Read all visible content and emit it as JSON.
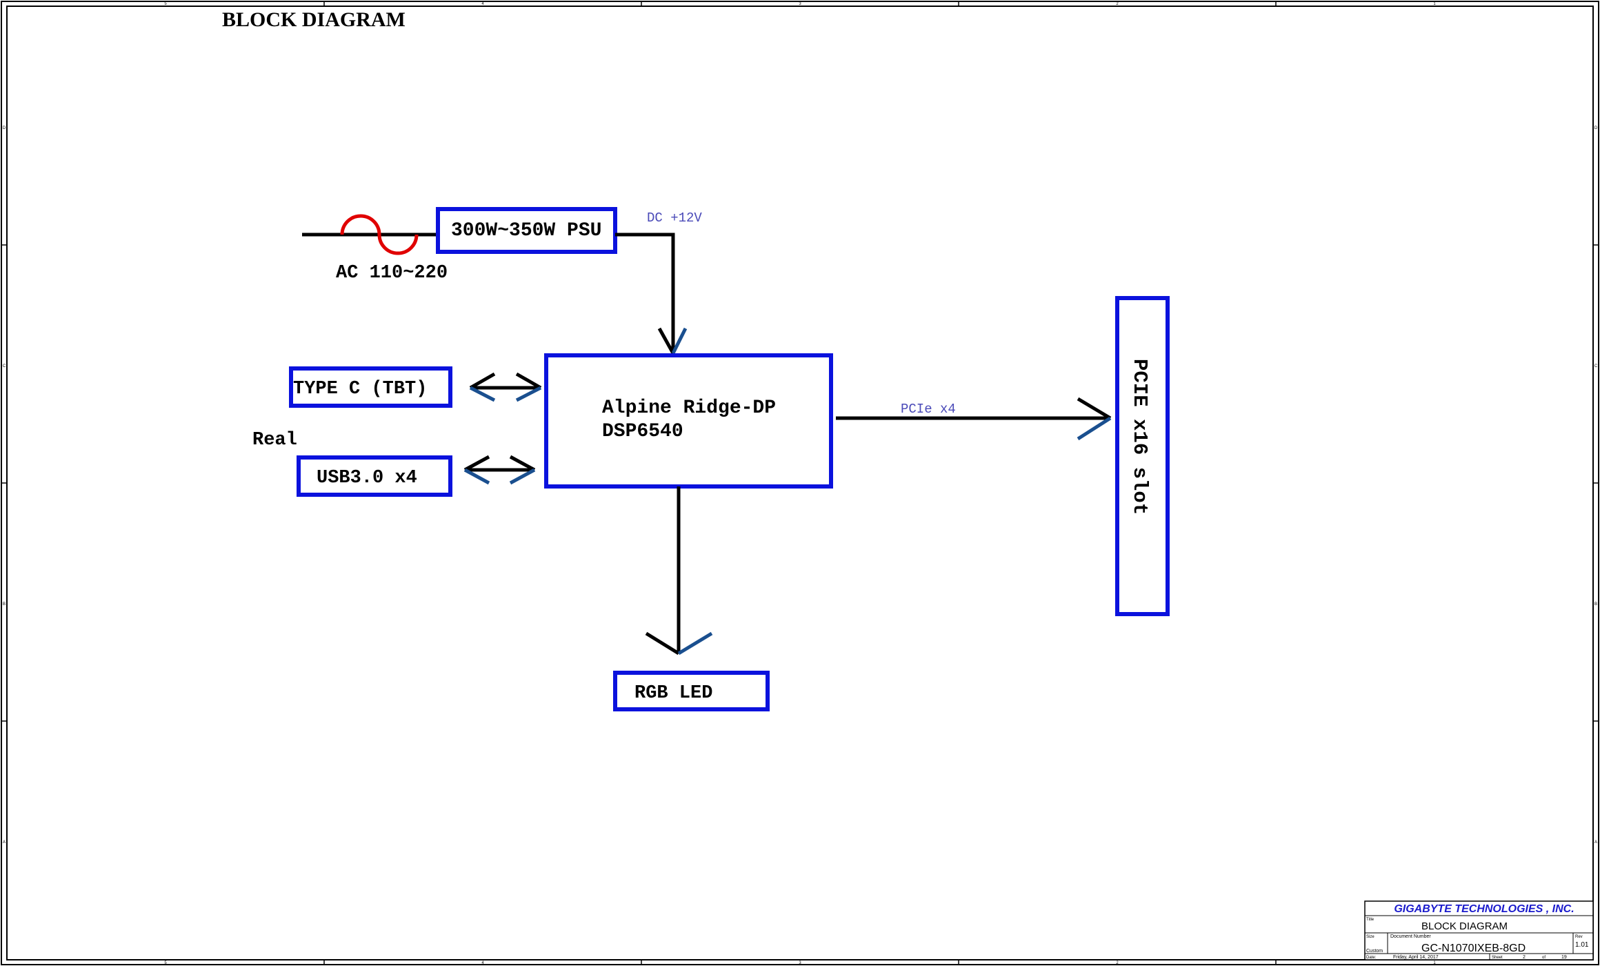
{
  "title": "BLOCK DIAGRAM",
  "colors": {
    "box_stroke": "#0b12dd",
    "wire": "#000000",
    "arrow_tip": "#1a4f8f",
    "ac_symbol": "#e00000",
    "signal_label": "#4a4ab8",
    "company": "#1a1acc"
  },
  "power": {
    "ac_label": "AC 110~220",
    "psu_label": "300W~350W PSU",
    "dc_label": "DC +12V"
  },
  "blocks": {
    "type_c_label": "TYPE C (TBT)",
    "real_label": "Real",
    "usb_label": "USB3.0 x4",
    "controller_line1": "Alpine Ridge-DP",
    "controller_line2": "DSP6540",
    "pcie_link_label": "PCIe x4",
    "pcie_slot_label": "PCIE x16 slot",
    "rgb_label": "RGB LED"
  },
  "border": {
    "top_numbers": [
      "5",
      "4",
      "3",
      "2",
      "1"
    ],
    "bottom_numbers": [
      "5",
      "4",
      "3",
      "2",
      "1"
    ],
    "side_letters": [
      "D",
      "C",
      "B",
      "A"
    ]
  },
  "title_block": {
    "company": "GIGABYTE TECHNOLOGIES , INC.",
    "title_caption": "Title",
    "title": "BLOCK DIAGRAM",
    "size_caption": "Size",
    "size_value": "Custom",
    "docnum_caption": "Document Number",
    "docnum": "GC-N1070IXEB-8GD",
    "rev_caption": "Rev",
    "rev": "1.01",
    "date_caption": "Date:",
    "date": "Friday, April 14, 2017",
    "sheet_caption": "Sheet",
    "sheet_num": "2",
    "of_caption": "of",
    "sheet_total": "19"
  }
}
